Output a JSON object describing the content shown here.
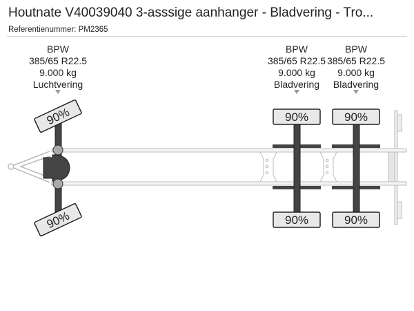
{
  "title": "Houtnate V40039040 3-asssige aanhanger - Bladvering - Tro...",
  "reference": "Referentienummer: PM2365",
  "axles": [
    {
      "brand": "BPW",
      "tire_size": "385/65 R22.5",
      "load": "9.000 kg",
      "suspension": "Luchtvering",
      "tires": [
        "90%",
        "90%"
      ]
    },
    {
      "brand": "BPW",
      "tire_size": "385/65 R22.5",
      "load": "9.000 kg",
      "suspension": "Bladvering",
      "tires": [
        "90%",
        "90%"
      ]
    },
    {
      "brand": "BPW",
      "tire_size": "385/65 R22.5",
      "load": "9.000 kg",
      "suspension": "Bladvering",
      "tires": [
        "90%",
        "90%"
      ]
    }
  ]
}
